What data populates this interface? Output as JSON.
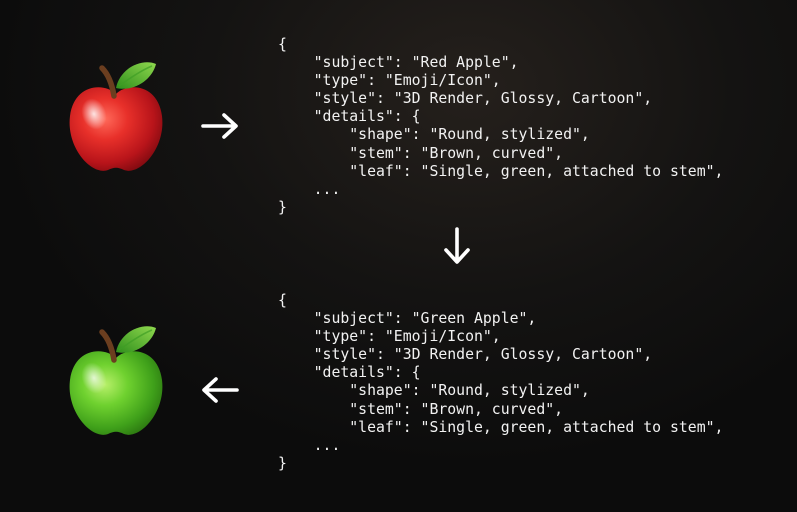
{
  "colors": {
    "background": "#111111",
    "text": "#f2f2f2",
    "arrow": "#ffffff",
    "red_apple": "#d8241c",
    "green_apple": "#5dc227",
    "stem": "#7a4a26",
    "leaf": "#6cc43a"
  },
  "top_block": {
    "icon": "red-apple-icon",
    "lines": [
      "{",
      "    \"subject\": \"Red Apple\",",
      "    \"type\": \"Emoji/Icon\",",
      "    \"style\": \"3D Render, Glossy, Cartoon\",",
      "    \"details\": {",
      "        \"shape\": \"Round, stylized\",",
      "        \"stem\": \"Brown, curved\",",
      "        \"leaf\": \"Single, green, attached to stem\",",
      "    ...",
      "}"
    ]
  },
  "bottom_block": {
    "icon": "green-apple-icon",
    "lines": [
      "{",
      "    \"subject\": \"Green Apple\",",
      "    \"type\": \"Emoji/Icon\",",
      "    \"style\": \"3D Render, Glossy, Cartoon\",",
      "    \"details\": {",
      "        \"shape\": \"Round, stylized\",",
      "        \"stem\": \"Brown, curved\",",
      "        \"leaf\": \"Single, green, attached to stem\",",
      "    ...",
      "}"
    ]
  },
  "arrows": {
    "top": "arrow-right-icon",
    "middle": "arrow-down-icon",
    "bottom": "arrow-left-icon"
  }
}
